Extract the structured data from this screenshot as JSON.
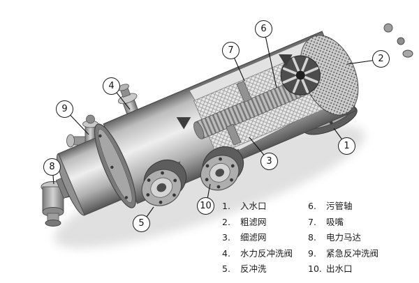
{
  "diagram": {
    "callouts": [
      {
        "num": "1"
      },
      {
        "num": "2"
      },
      {
        "num": "3"
      },
      {
        "num": "4"
      },
      {
        "num": "5"
      },
      {
        "num": "6"
      },
      {
        "num": "7"
      },
      {
        "num": "8"
      },
      {
        "num": "9"
      },
      {
        "num": "10"
      }
    ],
    "legend": {
      "items_left": [
        {
          "num": "1.",
          "label": "入水口"
        },
        {
          "num": "2.",
          "label": "粗滤网"
        },
        {
          "num": "3.",
          "label": "细滤网"
        },
        {
          "num": "4.",
          "label": "水力反冲洗阀"
        },
        {
          "num": "5.",
          "label": "反冲洗"
        }
      ],
      "items_right": [
        {
          "num": "6.",
          "label": "污管轴"
        },
        {
          "num": "7.",
          "label": "吸嘴"
        },
        {
          "num": "8.",
          "label": "电力马达"
        },
        {
          "num": "9.",
          "label": "紧急反冲洗阀"
        },
        {
          "num": "10.",
          "label": "出水口"
        }
      ]
    },
    "colors": {
      "background": "#ffffff",
      "outline": "#111111",
      "callout_bg": "#ffffff"
    }
  }
}
